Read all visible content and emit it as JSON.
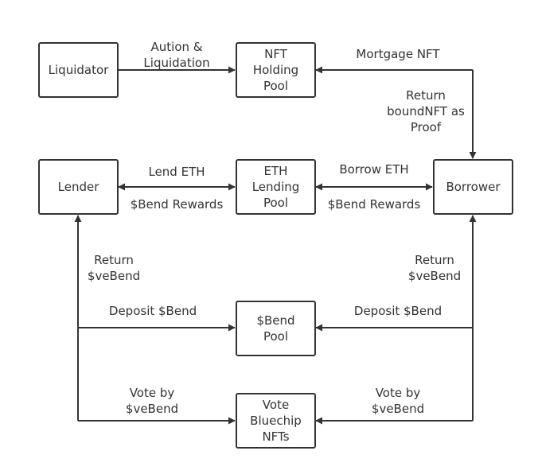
{
  "colors": {
    "stroke": "#333333",
    "text": "#333333",
    "background": "#ffffff"
  },
  "nodes": {
    "liquidator": "Liquidator",
    "nft_pool": "NFT\nHolding\nPool",
    "lender": "Lender",
    "eth_pool": "ETH\nLending\nPool",
    "borrower": "Borrower",
    "bend_pool": "$Bend\nPool",
    "vote": "Vote\nBluechip\nNFTs"
  },
  "edge_labels": {
    "auction": "Aution &\nLiquidation",
    "mortgage": "Mortgage NFT",
    "return_boundnft": "Return\nboundNFT as\nProof",
    "lend_eth": "Lend ETH",
    "lend_rewards": "$Bend Rewards",
    "borrow_eth": "Borrow ETH",
    "borrow_rewards": "$Bend Rewards",
    "return_vebend_left": "Return\n$veBend",
    "return_vebend_right": "Return\n$veBend",
    "deposit_left": "Deposit $Bend",
    "deposit_right": "Deposit $Bend",
    "vote_left": "Vote by\n$veBend",
    "vote_right": "Vote by\n$veBend"
  }
}
